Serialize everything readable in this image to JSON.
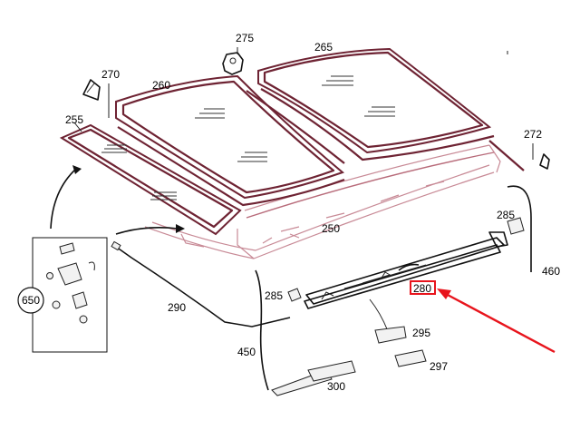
{
  "labels": {
    "p250": "250",
    "p255": "255",
    "p260": "260",
    "p265": "265",
    "p270": "270",
    "p272": "272",
    "p275": "275",
    "p280": "280",
    "p285a": "285",
    "p285b": "285",
    "p290": "290",
    "p295": "295",
    "p297": "297",
    "p300": "300",
    "p450": "450",
    "p460": "460",
    "p650": "650"
  },
  "colors": {
    "highlight": "#e8141c",
    "part_outline": "#6e2333",
    "body_line": "#c88a96"
  }
}
